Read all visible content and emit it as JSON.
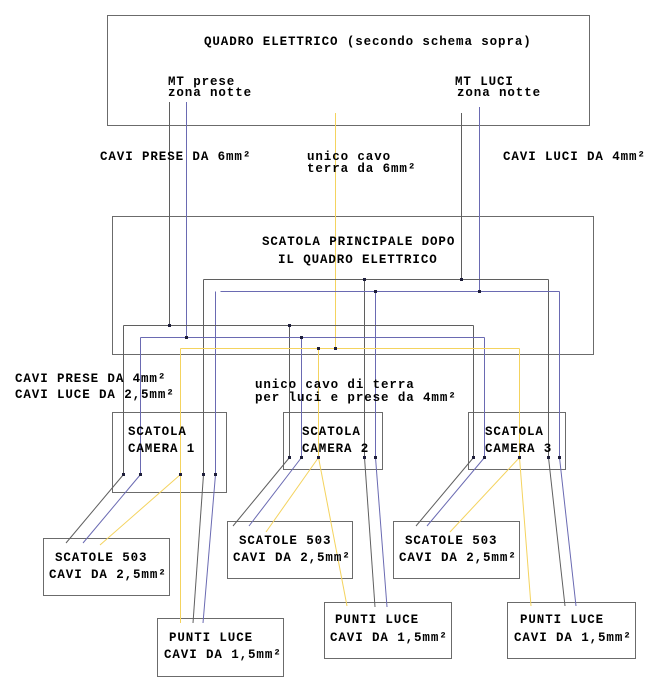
{
  "colors": {
    "phase_wire": "#5f5f5f",
    "neutral_wire": "#6a6ab2",
    "earth_wire": "#f4d35e",
    "box_border": "#6b6b6b",
    "text": "#000000"
  },
  "quadro": {
    "title": "QUADRO ELETTRICO (secondo schema sopra)",
    "mt_prese": [
      "MT prese",
      "zona notte"
    ],
    "mt_luci": [
      "MT LUCI",
      "zona notte"
    ]
  },
  "cable_labels": {
    "prese_feed": "CAVI PRESE DA 6mm²",
    "earth_feed": [
      "unico cavo",
      "terra da 6mm²"
    ],
    "luci_feed": "CAVI LUCI DA 4mm²",
    "branch": [
      "CAVI PRESE DA 4mm²",
      "CAVI LUCE DA 2,5mm²"
    ],
    "earth_branch": [
      "unico cavo di terra",
      "per luci e prese da 4mm²"
    ]
  },
  "main_box": {
    "title": [
      "SCATOLA PRINCIPALE DOPO",
      "IL QUADRO ELETTRICO"
    ]
  },
  "rooms": [
    {
      "box": [
        "SCATOLA",
        "CAMERA 1"
      ],
      "sockets": [
        "SCATOLE 503",
        "CAVI DA 2,5mm²"
      ],
      "lights": [
        "PUNTI LUCE",
        "CAVI DA 1,5mm²"
      ]
    },
    {
      "box": [
        "SCATOLA",
        "CAMERA 2"
      ],
      "sockets": [
        "SCATOLE 503",
        "CAVI DA 2,5mm²"
      ],
      "lights": [
        "PUNTI LUCE",
        "CAVI DA 1,5mm²"
      ]
    },
    {
      "box": [
        "SCATOLA",
        "CAMERA 3"
      ],
      "sockets": [
        "SCATOLE 503",
        "CAVI DA 2,5mm²"
      ],
      "lights": [
        "PUNTI LUCE",
        "CAVI DA 1,5mm²"
      ]
    }
  ]
}
